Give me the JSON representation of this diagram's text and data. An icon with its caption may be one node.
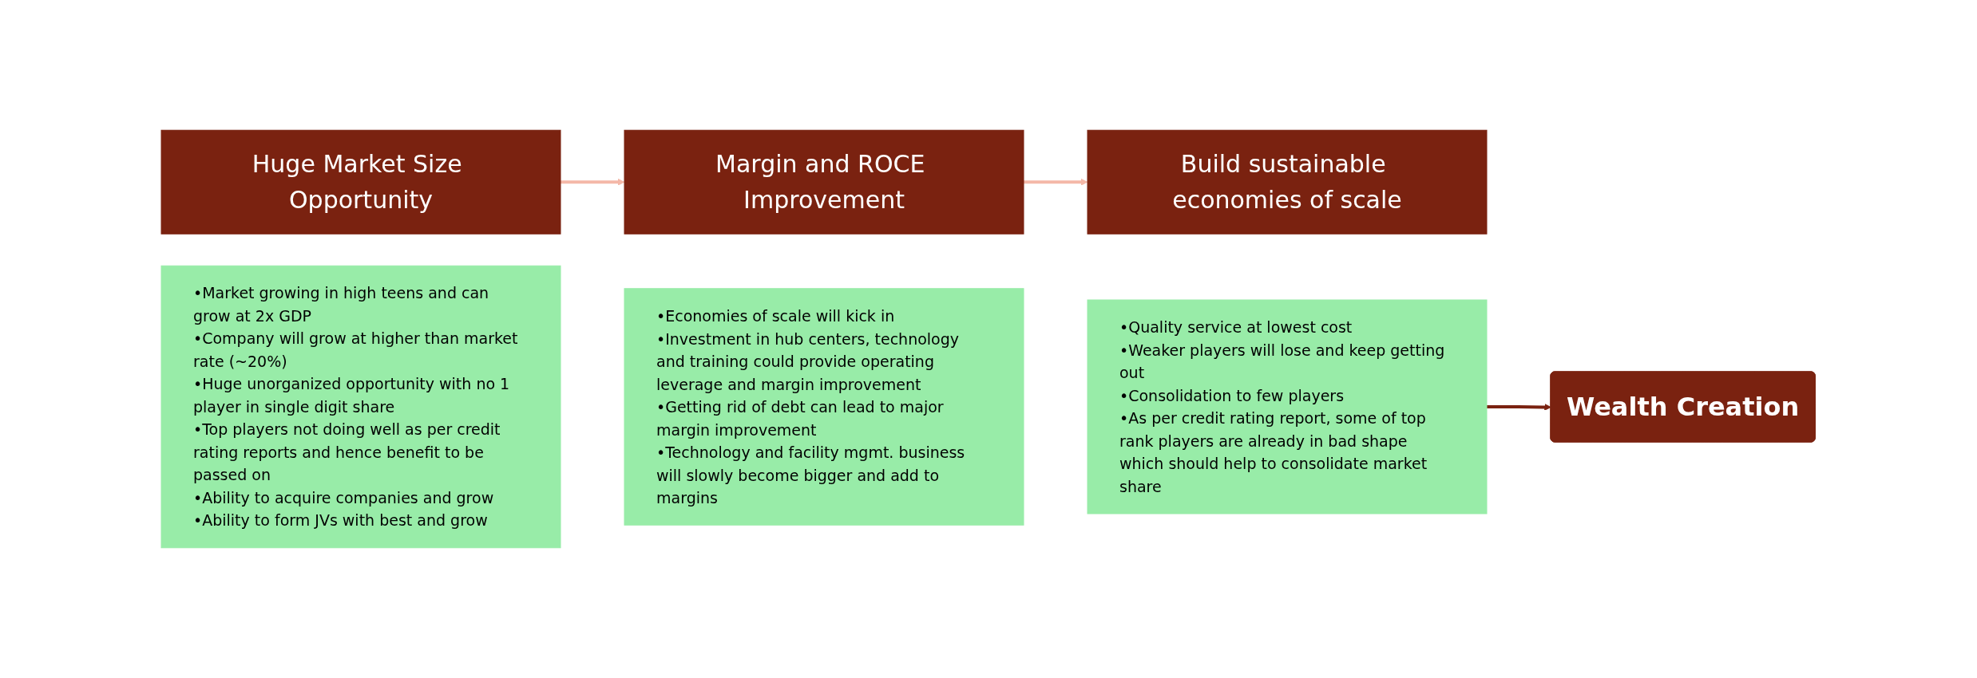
{
  "diagram": {
    "nodes": [
      {
        "text": [
          "Huge Market Size Opportunity"
        ]
      },
      {
        "text": [
          "•Market growing in high teens and can grow at 2x GDP",
          "•Company will grow at higher than market rate (~20%)",
          "•Huge unorganized opportunity with no 1 player in single digit share",
          "•Top players not doing well as per credit rating reports and hence benefit to be passed on",
          "•Ability to acquire companies and grow",
          "•Ability to form JVs with best and grow"
        ]
      },
      {
        "text": [
          "Margin and ROCE Improvement"
        ]
      },
      {
        "text": [
          "•Economies of scale will kick in",
          "•Investment in hub centers, technology and training could provide operating leverage and margin improvement",
          "•Getting rid of debt can lead to major margin improvement",
          "•Technology and facility mgmt. business will slowly become bigger and add to margins"
        ]
      },
      {
        "text": [
          "Build sustainable economies of scale"
        ]
      },
      {
        "text": [
          "•Quality service at lowest cost",
          "•Weaker players will lose and keep getting out",
          "•Consolidation to few players",
          "•As per credit rating report, some of top rank players are already in bad shape which should help to consolidate market share"
        ]
      },
      {
        "text": [
          "Wealth Creation"
        ]
      }
    ],
    "edges": [
      {
        "from": 0,
        "to": 2,
        "arrow": "to"
      },
      {
        "from": 2,
        "to": 4,
        "arrow": "to"
      },
      {
        "from": 5,
        "to": 6,
        "arrow": "to",
        "color": "#7a2210"
      }
    ]
  }
}
